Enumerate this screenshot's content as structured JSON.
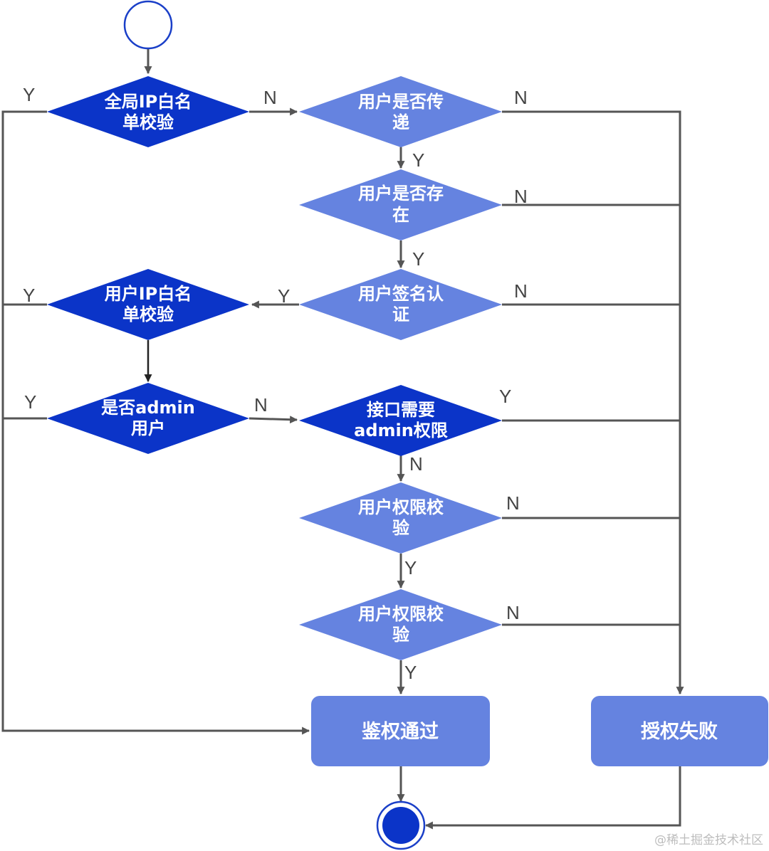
{
  "colors": {
    "dark_decision": "#0b34c8",
    "light_decision": "#6583e0",
    "process_box": "#6583e0",
    "start_stroke": "#1a3fc8",
    "end_fill": "#0b34c8",
    "line": "#555555"
  },
  "nodes": {
    "global_ip_whitelist": {
      "line1": "全局IP白名",
      "line2": "单校验"
    },
    "user_passed": {
      "line1": "用户是否传",
      "line2": "递"
    },
    "user_exists": {
      "line1": "用户是否存",
      "line2": "在"
    },
    "user_signature": {
      "line1": "用户签名认",
      "line2": "证"
    },
    "user_ip_whitelist": {
      "line1": "用户IP白名",
      "line2": "单校验"
    },
    "is_admin": {
      "line1": "是否admin",
      "line2": "用户"
    },
    "api_needs_admin": {
      "line1": "接口需要",
      "line2": "admin权限"
    },
    "permission_check_1": {
      "line1": "用户权限校",
      "line2": "验"
    },
    "permission_check_2": {
      "line1": "用户权限校",
      "line2": "验"
    },
    "auth_passed": {
      "label": "鉴权通过"
    },
    "auth_failed": {
      "label": "授权失败"
    }
  },
  "edge_labels": {
    "global_y": "Y",
    "global_n": "N",
    "passed_n": "N",
    "passed_y": "Y",
    "exists_n": "N",
    "exists_y": "Y",
    "sig_y": "Y",
    "sig_n": "N",
    "user_ip_y": "Y",
    "admin_y": "Y",
    "admin_n": "N",
    "needs_admin_y": "Y",
    "needs_admin_n": "N",
    "perm1_n": "N",
    "perm1_y": "Y",
    "perm2_n": "N",
    "perm2_y": "Y"
  },
  "watermark": "@稀土掘金技术社区"
}
